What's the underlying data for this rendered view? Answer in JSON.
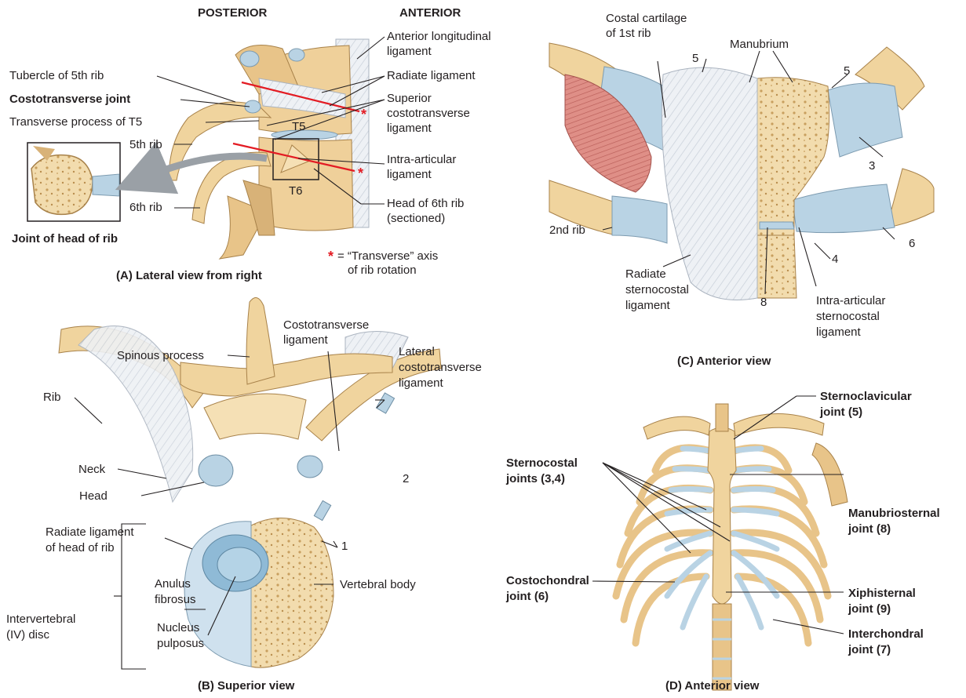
{
  "colors": {
    "bone": "#f2d9a6",
    "bone_dark": "#c9a465",
    "cartilage": "#b9d3e4",
    "ligament": "#e8ecf2",
    "muscle": "#d9867f",
    "axis_line": "#e31b23",
    "leader": "#231f20"
  },
  "panel_a": {
    "posterior": "POSTERIOR",
    "anterior": "ANTERIOR",
    "anterior_longitudinal": [
      "Anterior longitudinal",
      "ligament"
    ],
    "radiate_ligament": "Radiate ligament",
    "superior_costotransverse": [
      "Superior",
      "costotransverse",
      "ligament"
    ],
    "t5": "T5",
    "t6": "T6",
    "intra_articular": [
      "Intra-articular",
      "ligament"
    ],
    "head_6th_rib": [
      "Head of 6th rib",
      "(sectioned)"
    ],
    "tubercle": "Tubercle of 5th rib",
    "costotransverse_joint": "Costotransverse joint",
    "transverse_process": "Transverse process of T5",
    "rib5": "5th rib",
    "rib6": "6th rib",
    "joint_head_rib": "Joint of head of rib",
    "star": "*",
    "axis_note": [
      "= “Transverse” axis",
      "of rib rotation"
    ],
    "caption": "(A) Lateral view from right"
  },
  "panel_b": {
    "costotransverse_ligament": [
      "Costotransverse",
      "ligament"
    ],
    "spinous_process": "Spinous process",
    "lateral_costotransverse": [
      "Lateral",
      "costotransverse",
      "ligament"
    ],
    "rib": "Rib",
    "neck": "Neck",
    "head": "Head",
    "radiate_head": [
      "Radiate ligament",
      "of head of rib"
    ],
    "num_2": "2",
    "num_1": "1",
    "anulus": [
      "Anulus",
      "fibrosus"
    ],
    "nucleus": [
      "Nucleus",
      "pulposus"
    ],
    "iv_disc": [
      "Intervertebral",
      "(IV) disc"
    ],
    "vertebral_body": "Vertebral body",
    "caption": "(B) Superior view"
  },
  "panel_c": {
    "costal_cartilage": [
      "Costal cartilage",
      "of 1st rib"
    ],
    "manubrium": "Manubrium",
    "num_5a": "5",
    "num_5b": "5",
    "num_3": "3",
    "num_6": "6",
    "num_4": "4",
    "num_8": "8",
    "rib2": "2nd rib",
    "radiate_sternocostal": [
      "Radiate",
      "sternocostal",
      "ligament"
    ],
    "intra_articular_sternocostal": [
      "Intra-articular",
      "sternocostal",
      "ligament"
    ],
    "caption": "(C) Anterior view"
  },
  "panel_d": {
    "sternoclavicular": [
      "Sternoclavicular",
      "joint (5)"
    ],
    "sternocostal": [
      "Sternocostal",
      "joints (3,4)"
    ],
    "manubriosternal": [
      "Manubriosternal",
      "joint (8)"
    ],
    "costochondral": [
      "Costochondral",
      "joint (6)"
    ],
    "xiphisternal": [
      "Xiphisternal",
      "joint (9)"
    ],
    "interchondral": [
      "Interchondral",
      "joint (7)"
    ],
    "caption": "(D) Anterior view"
  }
}
